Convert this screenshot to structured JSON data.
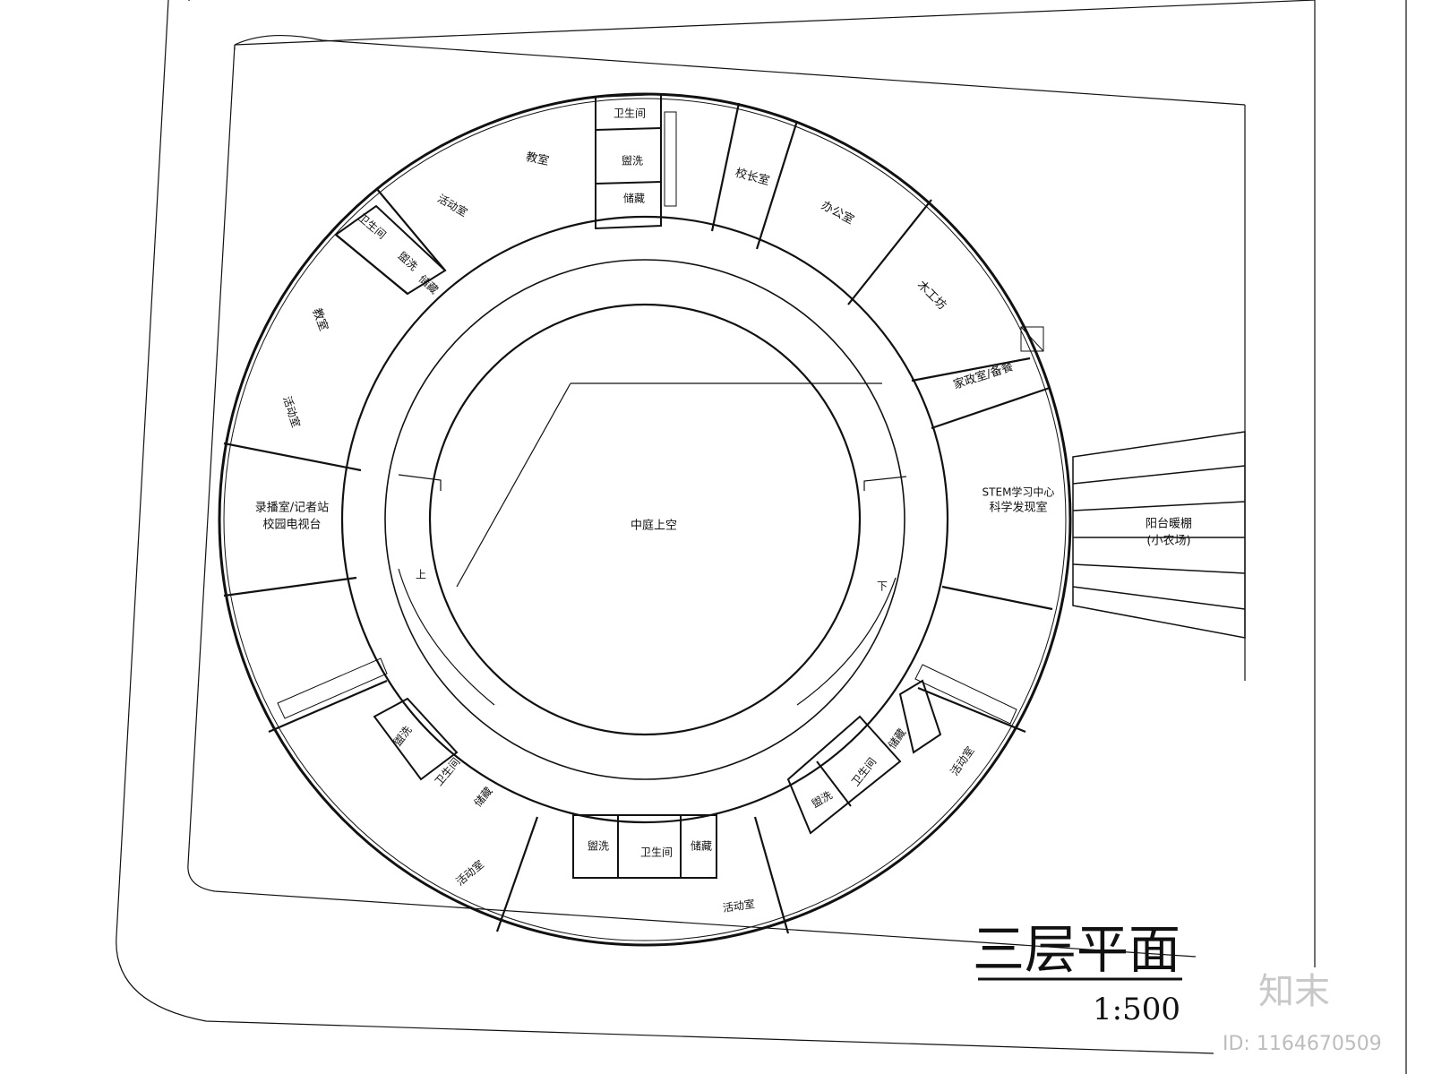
{
  "drawing": {
    "title": "三层平面",
    "scale": "1:500",
    "rooms": {
      "atrium": "中庭上空",
      "principal": "校长室",
      "office": "办公室",
      "woodshop": "木工坊",
      "home_econ": "家政室/备餐",
      "stem_line1": "STEM学习中心",
      "stem_line2": "科学发现室",
      "greenhouse_line1": "阳台暖棚",
      "greenhouse_line2": "(小农场)",
      "broadcast_line1": "录播室/记者站",
      "broadcast_line2": "校园电视台",
      "classroom": "教室",
      "activity": "活动室",
      "toilet": "卫生间",
      "wash": "盥洗",
      "storage": "储藏"
    },
    "ramp_up": "上",
    "ramp_down": "下"
  },
  "watermark": {
    "brand": "知末",
    "id_text": "ID: 1164670509"
  }
}
